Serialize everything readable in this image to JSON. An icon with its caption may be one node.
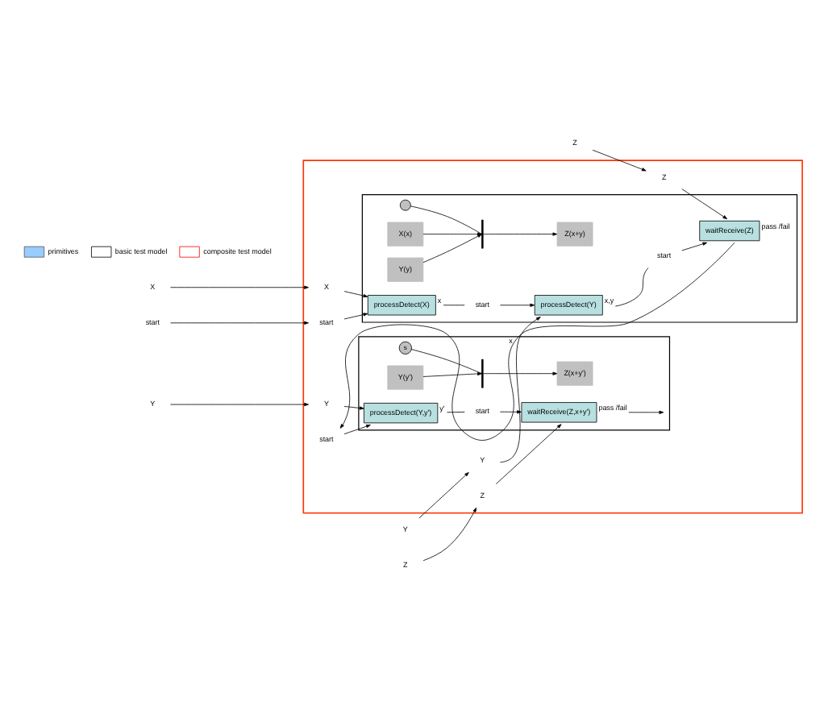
{
  "diagram": {
    "nodes": [
      {
        "text": [],
        "shape": "box"
      },
      {
        "text": [],
        "shape": "box",
        "in": 0
      },
      {
        "text": [
          "X"
        ]
      },
      {
        "text": [
          "start"
        ]
      },
      {
        "text": [
          "Y"
        ]
      },
      {
        "text": [
          "Z"
        ]
      },
      {
        "text": [
          "X"
        ],
        "in": 0
      },
      {
        "text": [
          "start"
        ],
        "in": 0
      },
      {
        "text": [
          "Y"
        ],
        "in": 0
      },
      {
        "text": [
          "Z"
        ],
        "in": 0
      },
      {
        "text": [
          "processDetect(X)"
        ],
        "in": 1,
        "beside": [
          "x"
        ]
      },
      {
        "text": [
          "processDetect(Y)"
        ],
        "in": 1,
        "beside": [
          "x,y"
        ]
      },
      {
        "text": [
          "waitReceive(Z)"
        ],
        "in": 1,
        "beside": [
          "pass /fail"
        ]
      },
      {
        "text": [
          "start"
        ],
        "in": 1
      },
      {
        "text": [
          "start"
        ],
        "in": 1
      },
      {
        "text": [
          "X(x)"
        ],
        "in": 1
      },
      {
        "text": [
          "Y(y)"
        ],
        "in": 1
      },
      {
        "text": [],
        "shape": "circle",
        "in": 1
      },
      {
        "text": [
          "Z(x+y)"
        ],
        "in": 1
      },
      {
        "text": [],
        "shape": "box",
        "in": 0
      },
      {
        "text": [
          "Y"
        ]
      },
      {
        "text": [
          "Z"
        ]
      },
      {
        "text": [
          "Y"
        ],
        "in": 0
      },
      {
        "text": [
          "start"
        ],
        "in": 0
      },
      {
        "text": [
          "Z"
        ],
        "in": 0
      },
      {
        "text": [
          "processDetect(Y,y')"
        ],
        "in": 19,
        "beside": [
          "y'"
        ]
      },
      {
        "text": [
          "waitReceive(Z,x+y')"
        ],
        "in": 19,
        "beside": [
          "pass /fail"
        ]
      },
      {
        "text": [
          "start"
        ],
        "in": 19
      },
      {
        "text": [
          "Y(y')"
        ],
        "in": 19
      },
      {
        "text": [
          "s"
        ],
        "in": 19
      },
      {
        "text": [
          "Z(x+y')"
        ],
        "in": 19
      },
      {
        "text": [],
        "shape": "bar",
        "in": 1
      },
      {
        "text": [],
        "shape": "bar",
        "in": 19
      }
    ],
    "edges": [
      {
        "from": 2,
        "to": 6,
        "arrow": "to"
      },
      {
        "from": 3,
        "to": 7,
        "arrow": "to"
      },
      {
        "from": 4,
        "to": 8,
        "arrow": "to"
      },
      {
        "from": 5,
        "to": 9,
        "arrow": "to"
      },
      {
        "from": 6,
        "to": 10,
        "arrow": "to"
      },
      {
        "from": 7,
        "to": 10,
        "arrow": "to"
      },
      {
        "from": 8,
        "to": 11,
        "arrow": "to"
      },
      {
        "from": 9,
        "to": 12,
        "arrow": "to"
      },
      {
        "from": 10,
        "to": 13,
        "arrow": "none"
      },
      {
        "from": 13,
        "to": 11,
        "arrow": "to"
      },
      {
        "from": 11,
        "to": 14,
        "arrow": "none"
      },
      {
        "from": 14,
        "to": 12,
        "arrow": "to"
      },
      {
        "from": 17,
        "to": 31,
        "arrow": "none"
      },
      {
        "from": 15,
        "to": 31,
        "arrow": "to"
      },
      {
        "from": 16,
        "to": 31,
        "arrow": "to"
      },
      {
        "from": 31,
        "to": 18,
        "arrow": "to"
      },
      {
        "from": 12,
        "to": 23,
        "arrow": "to",
        "label": "x"
      },
      {
        "from": 20,
        "to": 22,
        "arrow": "to"
      },
      {
        "from": 21,
        "to": 24,
        "arrow": "to"
      },
      {
        "from": 22,
        "to": 25,
        "arrow": "to"
      },
      {
        "from": 23,
        "to": 25,
        "arrow": "to"
      },
      {
        "from": 24,
        "to": 26,
        "arrow": "to"
      },
      {
        "from": 25,
        "to": 27,
        "arrow": "none"
      },
      {
        "from": 27,
        "to": 26,
        "arrow": "to"
      },
      {
        "from": 26,
        "to": 19,
        "arrow": "to"
      },
      {
        "from": 29,
        "to": 32,
        "arrow": "none"
      },
      {
        "from": 28,
        "to": 32,
        "arrow": "to"
      },
      {
        "from": 32,
        "to": 30,
        "arrow": "to"
      }
    ],
    "legend": [
      {
        "text": "primitives",
        "color": "#99ccff"
      },
      {
        "text": "basic test model"
      },
      {
        "text": "composite test model"
      }
    ]
  }
}
